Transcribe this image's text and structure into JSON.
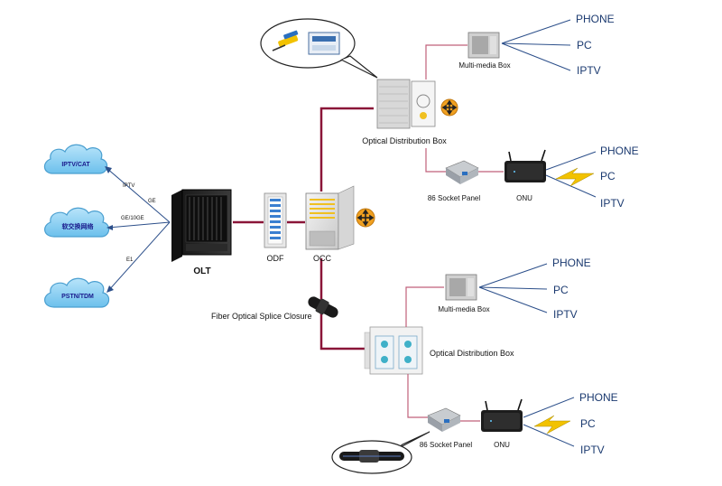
{
  "colors": {
    "trunk_line": "#8a1538",
    "thin_line": "#c0607a",
    "service_line": "#2c4f8a",
    "cloud_fill": "#8fd0f0",
    "cloud_stroke": "#4a9fd0",
    "lightning": "#f2c200",
    "orange_icon": "#f0a020"
  },
  "icons": [
    "cloud-icon",
    "olt-rack-icon",
    "odf-rack-icon",
    "occ-cabinet-icon",
    "splice-closure-icon",
    "distribution-box-icon",
    "multimedia-box-icon",
    "socket-panel-icon",
    "onu-router-icon",
    "lightning-icon",
    "orange-router-icon",
    "patch-cord-icon",
    "splitter-icon"
  ],
  "clouds": {
    "iptv_cat": "IPTV/CAT",
    "switch_net": "软交换网络",
    "pstn_tdm": "PSTN/TDM"
  },
  "links": {
    "iptv": "IPTV",
    "ge": "GE",
    "ge_10ge": "GE/10GE",
    "e1": "E1"
  },
  "devices": {
    "olt": "OLT",
    "odf": "ODF",
    "occ": "OCC",
    "splice": "Fiber Optical Splice Closure",
    "odb": "Optical Distribution Box",
    "mmbox": "Multi-media Box",
    "socket": "86 Socket Panel",
    "onu": "ONU"
  },
  "services": {
    "phone": "PHONE",
    "pc": "PC",
    "iptv": "IPTV"
  }
}
